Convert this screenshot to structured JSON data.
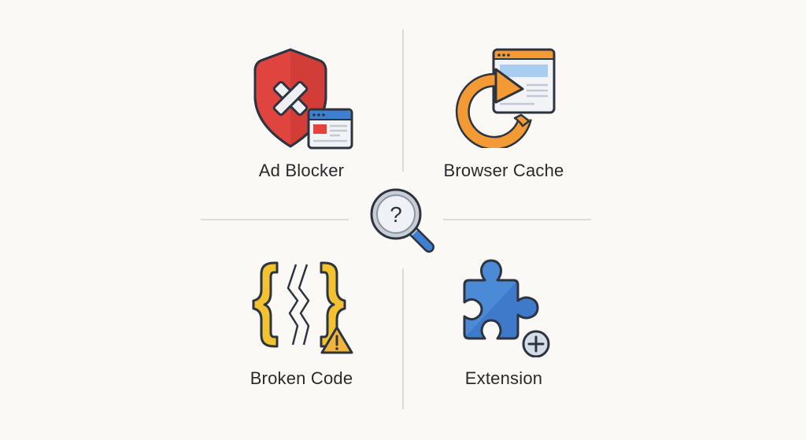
{
  "diagram": {
    "center": {
      "icon": "magnifier-question-icon",
      "symbol": "?"
    },
    "quadrants": [
      {
        "id": "ad-blocker",
        "label": "Ad Blocker",
        "icon": "shield-x-browser-icon",
        "color": "#d9423c"
      },
      {
        "id": "browser-cache",
        "label": "Browser Cache",
        "icon": "refresh-browser-icon",
        "color": "#f39a35"
      },
      {
        "id": "broken-code",
        "label": "Broken Code",
        "icon": "broken-braces-warning-icon",
        "color": "#f2c231"
      },
      {
        "id": "extension",
        "label": "Extension",
        "icon": "puzzle-plus-icon",
        "color": "#3f7fd0"
      }
    ]
  },
  "colors": {
    "background": "#faf9f5",
    "divider": "#dcdcdc",
    "text": "#2a2a2a",
    "outline": "#2d3440"
  }
}
